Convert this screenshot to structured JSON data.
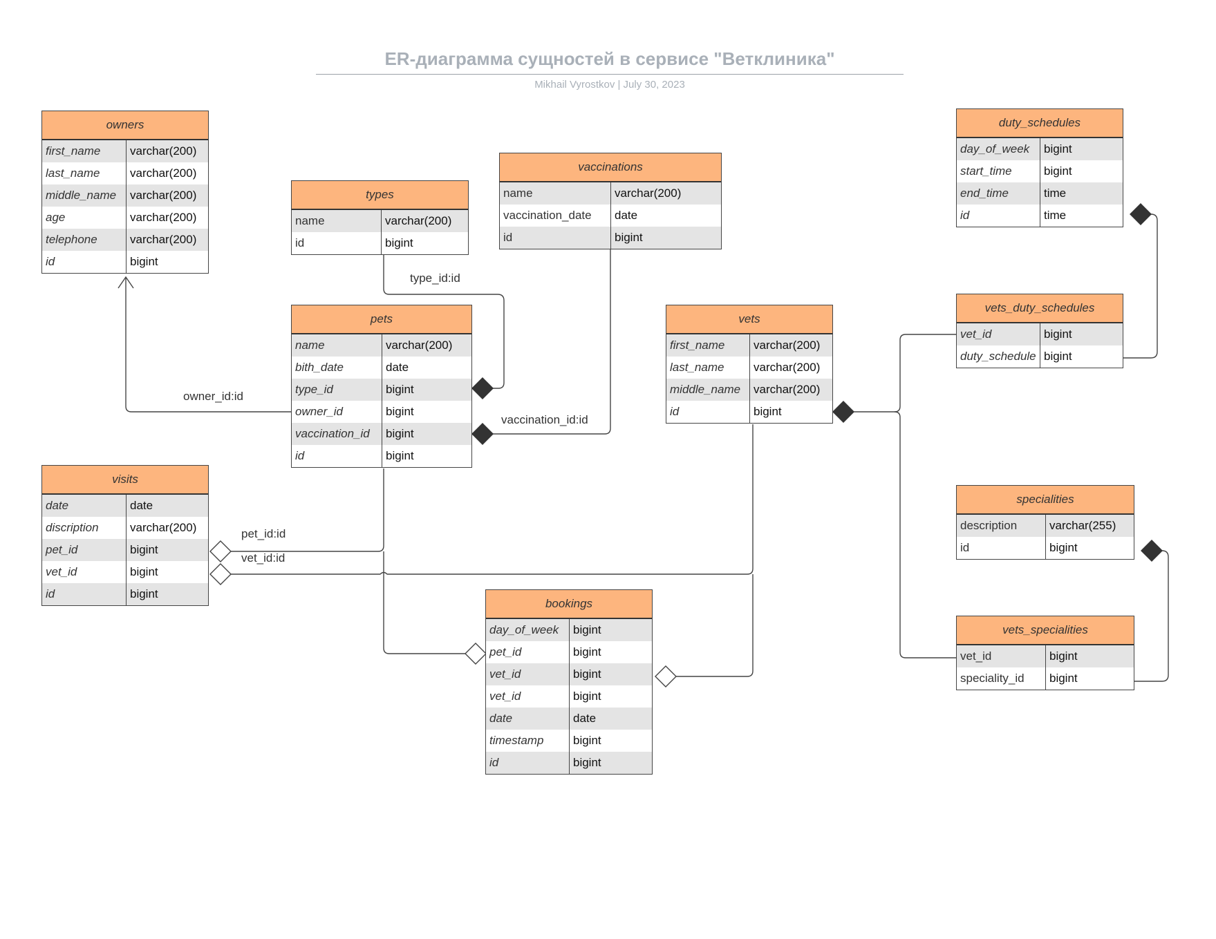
{
  "title": "ER-диаграмма сущностей в сервисе \"Ветклиника\"",
  "subtitle": "Mikhail Vyrostkov  |  July 30, 2023",
  "colors": {
    "header_fill": "#fdb57e",
    "row_alt_fill": "#e4e4e4",
    "title_color": "#a9b0b8",
    "line_color": "#444444",
    "composition_marker": "#333333"
  },
  "tables": [
    {
      "id": "owners",
      "name": "owners",
      "italic_fields": true,
      "rows": [
        {
          "field": "first_name",
          "type": "varchar(200)"
        },
        {
          "field": "last_name",
          "type": "varchar(200)"
        },
        {
          "field": "middle_name",
          "type": "varchar(200)"
        },
        {
          "field": "age",
          "type": "varchar(200)"
        },
        {
          "field": "telephone",
          "type": "varchar(200)"
        },
        {
          "field": "id",
          "type": "bigint"
        }
      ]
    },
    {
      "id": "types",
      "name": "types",
      "italic_fields": false,
      "rows": [
        {
          "field": "name",
          "type": "varchar(200)"
        },
        {
          "field": "id",
          "type": "bigint"
        }
      ]
    },
    {
      "id": "vaccinations",
      "name": "vaccinations",
      "italic_fields": false,
      "rows": [
        {
          "field": "name",
          "type": "varchar(200)"
        },
        {
          "field": "vaccination_date",
          "type": "date"
        },
        {
          "field": "id",
          "type": "bigint"
        }
      ]
    },
    {
      "id": "pets",
      "name": "pets",
      "italic_fields": true,
      "rows": [
        {
          "field": "name",
          "type": "varchar(200)"
        },
        {
          "field": "bith_date",
          "type": "date"
        },
        {
          "field": "type_id",
          "type": "bigint"
        },
        {
          "field": "owner_id",
          "type": "bigint"
        },
        {
          "field": "vaccination_id",
          "type": "bigint"
        },
        {
          "field": "id",
          "type": "bigint"
        }
      ]
    },
    {
      "id": "vets",
      "name": "vets",
      "italic_fields": true,
      "rows": [
        {
          "field": "first_name",
          "type": "varchar(200)"
        },
        {
          "field": "last_name",
          "type": "varchar(200)"
        },
        {
          "field": "middle_name",
          "type": "varchar(200)"
        },
        {
          "field": "id",
          "type": "bigint"
        }
      ]
    },
    {
      "id": "duty_schedules",
      "name": "duty_schedules",
      "italic_fields": true,
      "rows": [
        {
          "field": "day_of_week",
          "type": "bigint"
        },
        {
          "field": "start_time",
          "type": "bigint"
        },
        {
          "field": "end_time",
          "type": "time"
        },
        {
          "field": "id",
          "type": "time"
        }
      ]
    },
    {
      "id": "vets_duty_schedules",
      "name": "vets_duty_schedules",
      "italic_fields": true,
      "rows": [
        {
          "field": "vet_id",
          "type": "bigint"
        },
        {
          "field": "duty_schedule",
          "type": "bigint"
        }
      ]
    },
    {
      "id": "visits",
      "name": "visits",
      "italic_fields": true,
      "rows": [
        {
          "field": "date",
          "type": "date"
        },
        {
          "field": "discription",
          "type": "varchar(200)"
        },
        {
          "field": "pet_id",
          "type": "bigint"
        },
        {
          "field": "vet_id",
          "type": "bigint"
        },
        {
          "field": "id",
          "type": "bigint"
        }
      ]
    },
    {
      "id": "bookings",
      "name": "bookings",
      "italic_fields": true,
      "rows": [
        {
          "field": "day_of_week",
          "type": "bigint"
        },
        {
          "field": "pet_id",
          "type": "bigint"
        },
        {
          "field": "vet_id",
          "type": "bigint"
        },
        {
          "field": "vet_id",
          "type": "bigint"
        },
        {
          "field": "date",
          "type": "date"
        },
        {
          "field": "timestamp",
          "type": "bigint"
        },
        {
          "field": "id",
          "type": "bigint"
        }
      ]
    },
    {
      "id": "specialities",
      "name": "specialities",
      "italic_fields": false,
      "rows": [
        {
          "field": "description",
          "type": "varchar(255)"
        },
        {
          "field": "id",
          "type": "bigint"
        }
      ]
    },
    {
      "id": "vets_specialities",
      "name": "vets_specialities",
      "italic_fields": false,
      "rows": [
        {
          "field": "vet_id",
          "type": "bigint"
        },
        {
          "field": "speciality_id",
          "type": "bigint"
        }
      ]
    }
  ],
  "relationship_labels": {
    "type": "type_id:id",
    "owner": "owner_id:id",
    "vaccination": "vaccination_id:id",
    "pet": "pet_id:id",
    "vet": "vet_id:id"
  },
  "connectors": [
    {
      "id": "types-pets",
      "kind": "composition"
    },
    {
      "id": "vaccinations-pets",
      "kind": "composition"
    },
    {
      "id": "pets-owners",
      "kind": "arrow"
    },
    {
      "id": "pets-visits",
      "kind": "aggregation"
    },
    {
      "id": "vets-visits",
      "kind": "aggregation"
    },
    {
      "id": "pets-bookings",
      "kind": "aggregation"
    },
    {
      "id": "vets-bookings",
      "kind": "aggregation"
    },
    {
      "id": "duty_schedules-vets_duty_schedules",
      "kind": "composition"
    },
    {
      "id": "vets-vets_duty_schedules",
      "kind": "composition"
    },
    {
      "id": "vets-vets_specialities",
      "kind": "composition"
    },
    {
      "id": "specialities-vets_specialities",
      "kind": "composition"
    }
  ]
}
